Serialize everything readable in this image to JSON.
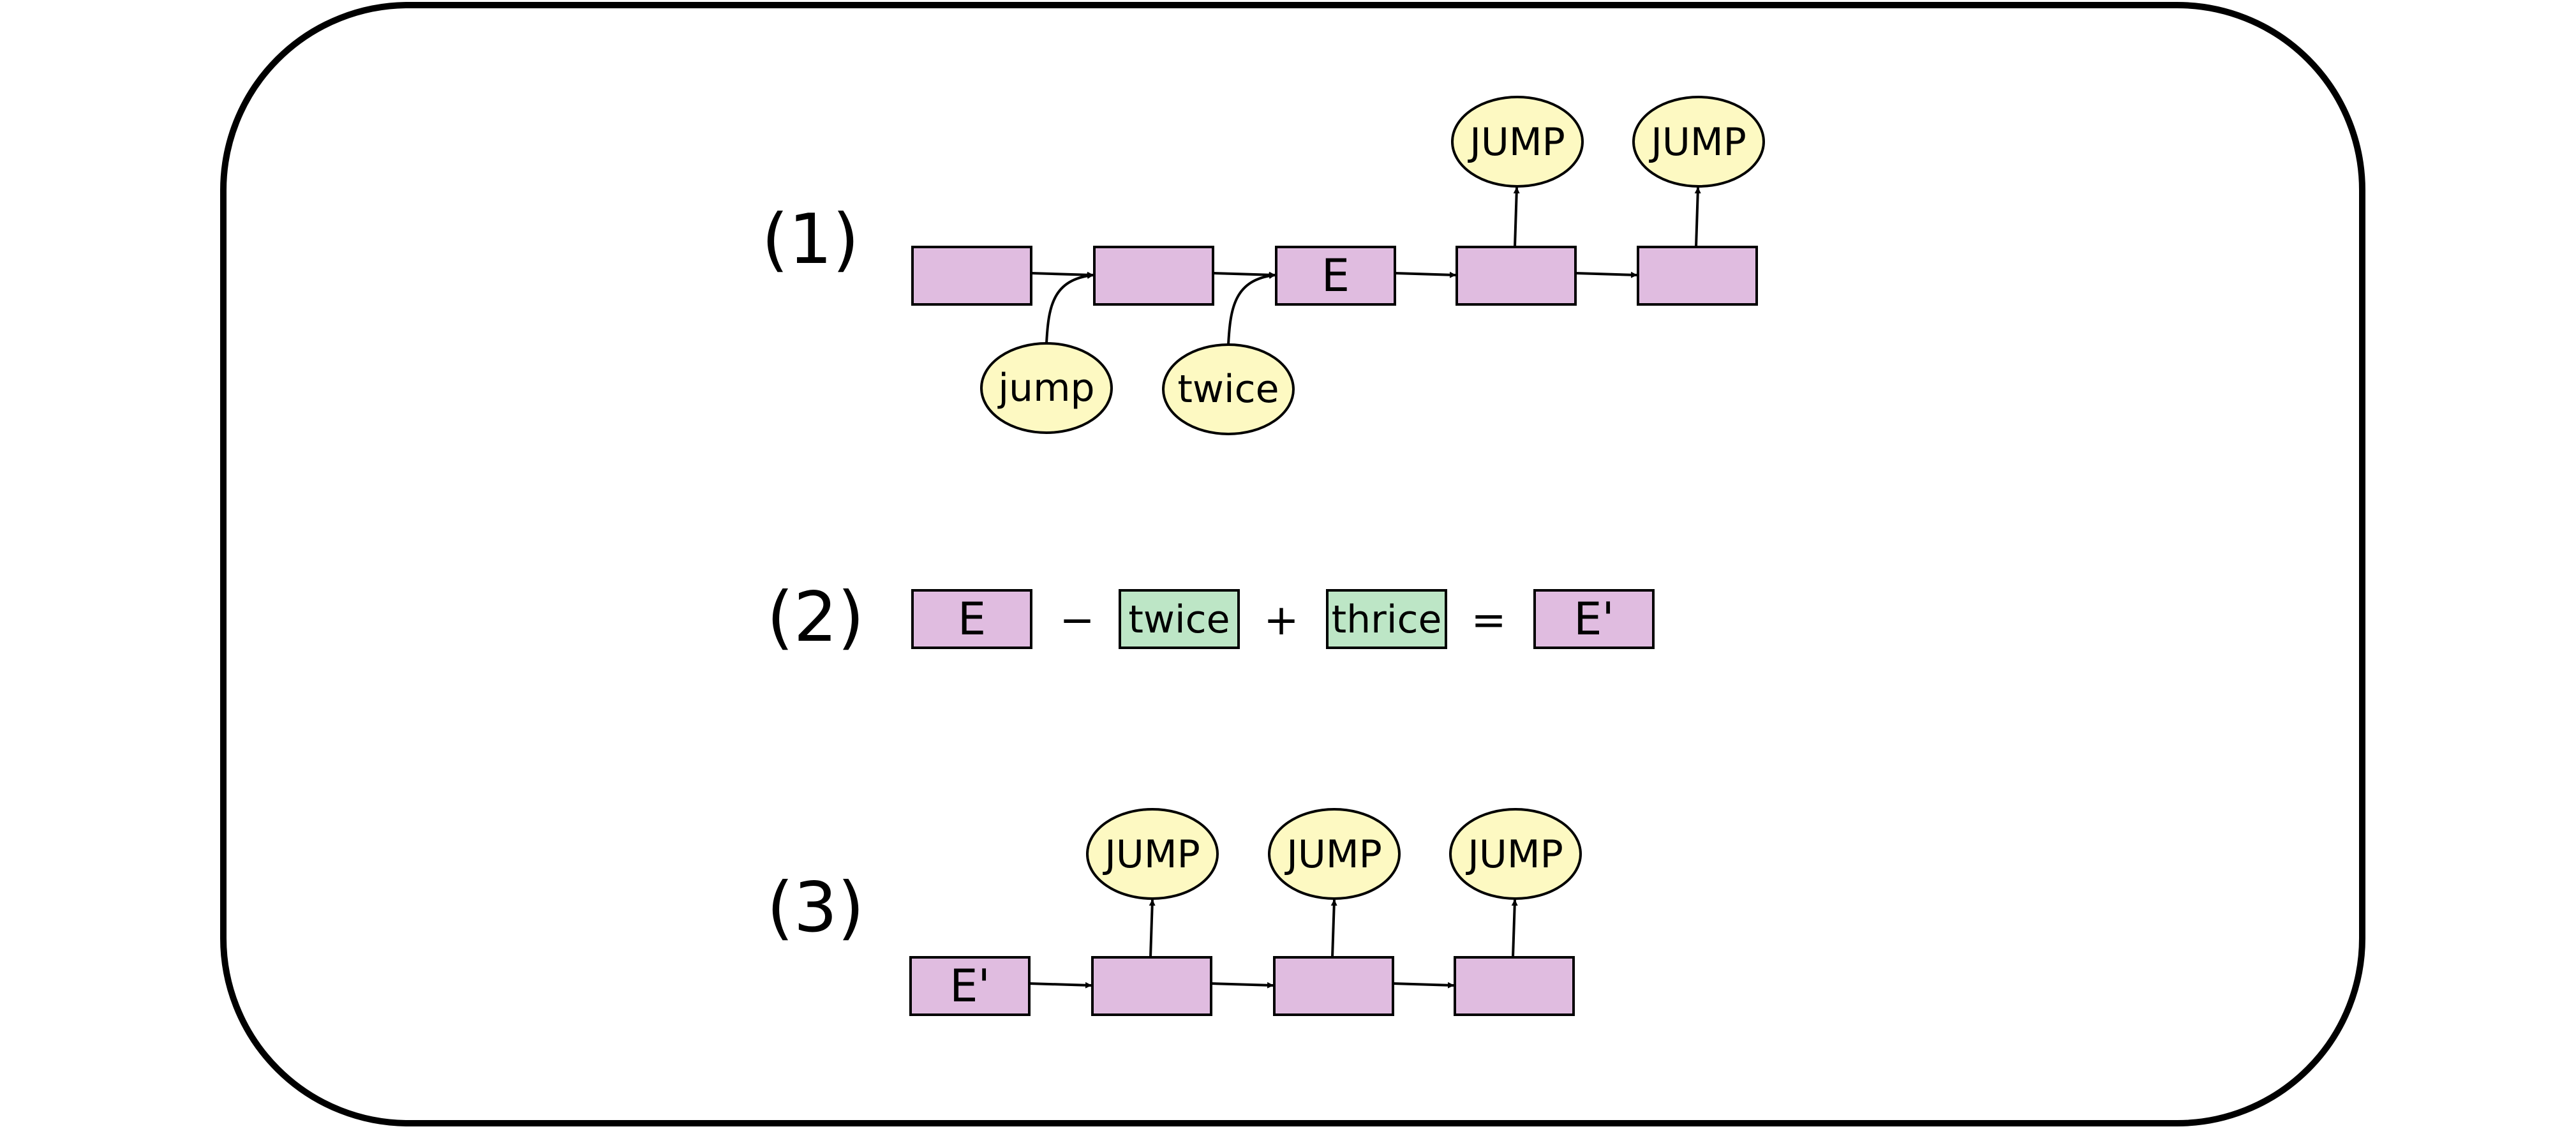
{
  "colors": {
    "state_box": "#e0bce0",
    "word_box": "#bde6c6",
    "node": "#fdf9c2",
    "frame": "#000000"
  },
  "panel1": {
    "number": "(1)",
    "state_label": "E",
    "inputs": [
      "jump",
      "twice"
    ],
    "outputs": [
      "JUMP",
      "JUMP"
    ]
  },
  "panel2": {
    "number": "(2)",
    "terms": [
      "E",
      "twice",
      "thrice",
      "E'"
    ],
    "operators": [
      "−",
      "+",
      "="
    ]
  },
  "panel3": {
    "number": "(3)",
    "state_label": "E'",
    "outputs": [
      "JUMP",
      "JUMP",
      "JUMP"
    ]
  }
}
